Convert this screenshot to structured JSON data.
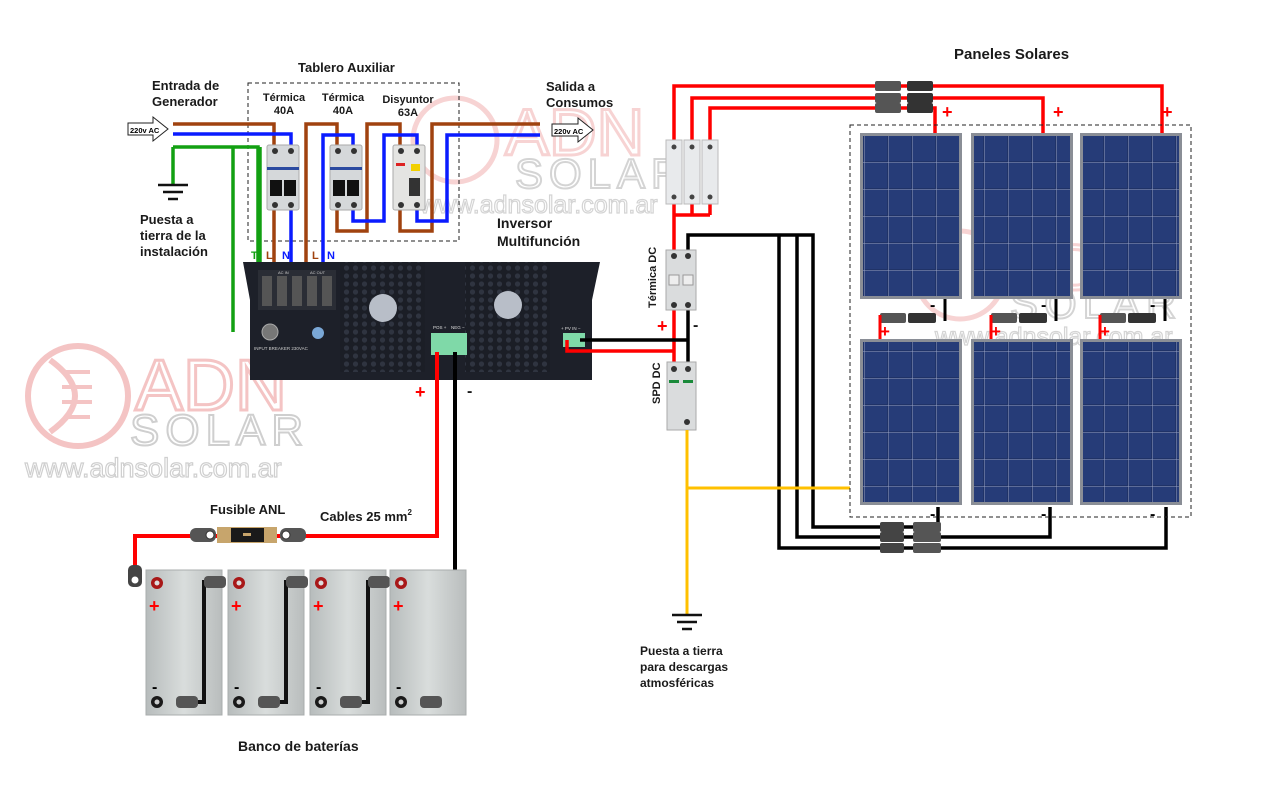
{
  "title": "Paneles Solares",
  "watermark": {
    "brand_top": "ADN",
    "brand_bottom": "SOLAR",
    "url": "www.adnsolar.com.ar",
    "color_logo": "#f4c4c4",
    "color_text": "#c8c8c8"
  },
  "labels": {
    "generator_input": [
      "Entrada de",
      "Generador"
    ],
    "aux_board": "Tablero Auxiliar",
    "breaker1": [
      "Térmica",
      "40A"
    ],
    "breaker2": [
      "Térmica",
      "40A"
    ],
    "rcd": [
      "Disyuntor",
      "63A"
    ],
    "consumer_output": [
      "Salida a",
      "Consumos"
    ],
    "ground_install": [
      "Puesta a",
      "tierra de la",
      "instalación"
    ],
    "inverter": [
      "Inversor",
      "Multifunción"
    ],
    "dc_breaker": "Térmica DC",
    "spd": "SPD DC",
    "ground_spd": [
      "Puesta a tierra",
      "para descargas",
      "atmosféricas"
    ],
    "anl_fuse": "Fusible ANL",
    "cables": "Cables 25 mm",
    "cables_sup": "2",
    "battery_bank": "Banco de baterías",
    "voltage_in": "220v AC",
    "voltage_out": "220v AC",
    "terminal_T": "T",
    "terminal_L1": "L",
    "terminal_N1": "N",
    "terminal_L2": "L",
    "terminal_N2": "N",
    "inv_pos": "POS +",
    "inv_neg": "NEG −",
    "inv_pv": "+ PV IN −",
    "inv_breaker": "INPUT BREAKER 230VAC",
    "inv_acin": "AC IN",
    "inv_acout": "AC OUT",
    "plus": "+",
    "minus": "-"
  },
  "colors": {
    "live": "#a0420f",
    "neutral": "#0a1bff",
    "earth": "#12a012",
    "dc_pos": "#ff0000",
    "dc_neg": "#000000",
    "spd_ground": "#ffc000",
    "panel": "#1f3268",
    "inverter": "#1b1e26",
    "terminal_green": "#7fd9a8"
  },
  "solar_array": {
    "rows": 2,
    "cols": 3
  },
  "battery_count": 4
}
